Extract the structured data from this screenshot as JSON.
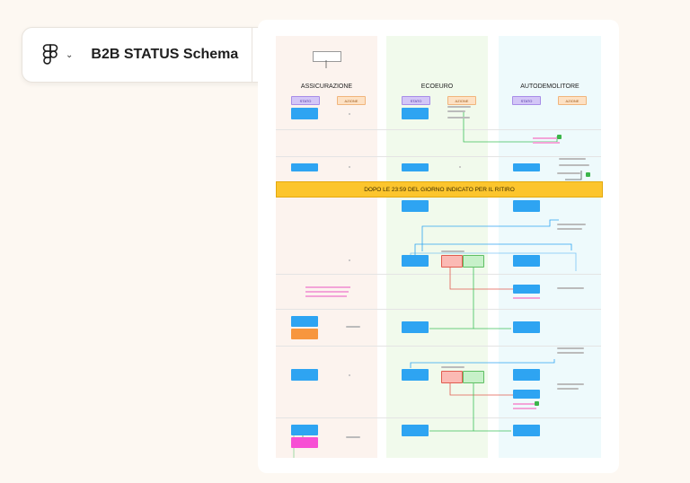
{
  "toolbar": {
    "title": "B2B STATUS Schema",
    "logo_icon": "figma-logo-icon",
    "menu_icon": "chevron-down-icon",
    "panel_icon": "panel-toggle-icon"
  },
  "diagram": {
    "lanes": [
      "ASSICURAZIONE",
      "ECOEURO",
      "AUTODEMOLITORE"
    ],
    "stato_label": "STATO",
    "azione_label": "AZIONE",
    "banner": "DOPO LE 23:59 DEL GIORNO INDICATO PER IL RITIRO",
    "colors": {
      "lane_assicurazione": "#fcf3ee",
      "lane_ecoeuro": "#f1faec",
      "lane_autodemolitore": "#eefafc",
      "status_box": "#2ea4f2",
      "banner": "#fcc52d",
      "stato_tag": "#d3c6f7",
      "azione_tag": "#fde1c4"
    }
  }
}
